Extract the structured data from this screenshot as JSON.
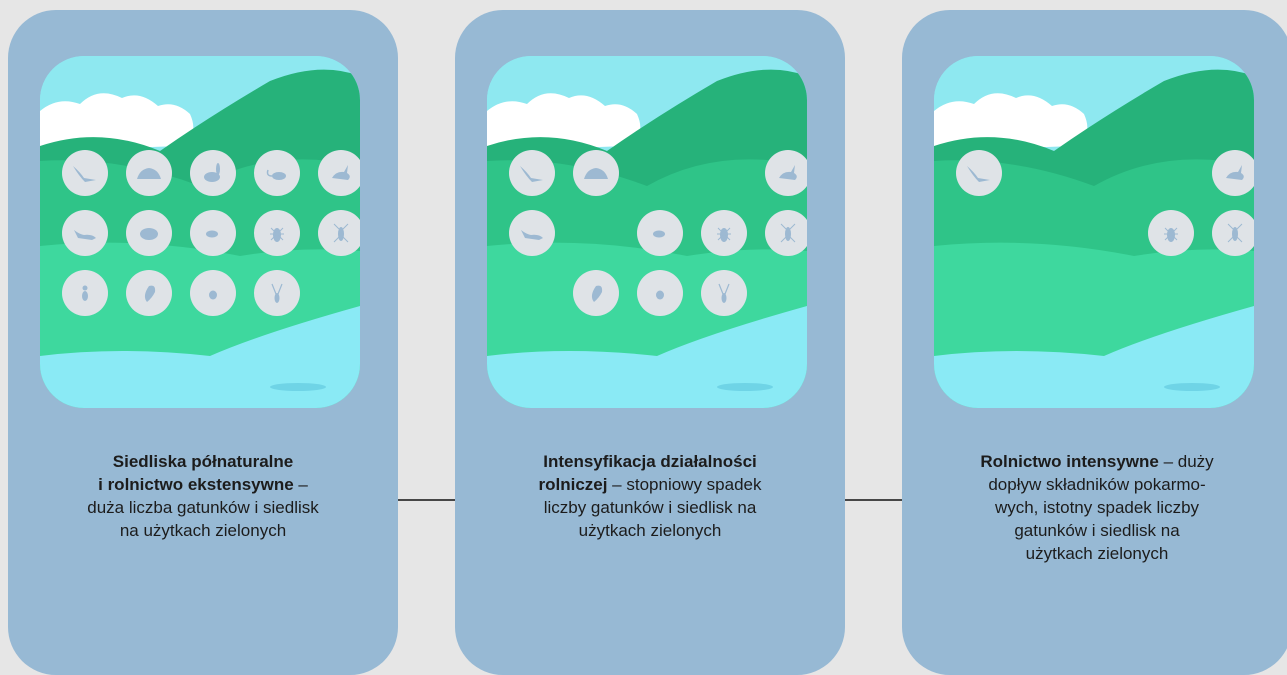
{
  "colors": {
    "background": "#e6e6e6",
    "panel": "#97b9d4",
    "sky": "#8ee8f0",
    "hill_dark": "#26b27a",
    "hill_mid": "#2fc488",
    "meadow": "#3ed89e",
    "water": "#8aeaf5",
    "icon_circle": "#dfe3e7",
    "icon": "#9db9d2"
  },
  "stages": [
    {
      "title": "Siedliska półnaturalne\ni rolnictwo ekstensywne",
      "description": " –\nduża liczba gatunków i siedlisk\nna użytkach zielonych",
      "species": [
        "bird-icon",
        "mole-hill-icon",
        "rabbit-icon",
        "mouse-icon",
        "hare-icon",
        "otter-icon",
        "hamster-icon",
        "vole-icon",
        "beetle-icon",
        "cricket-icon",
        "ant-icon",
        "butterfly-icon",
        "ladybug-icon",
        "grasshopper-icon"
      ]
    },
    {
      "title": "Intensyfikacja działalności\nrolniczej",
      "description": " – stopniowy spadek\nliczby gatunków i siedlisk na\nużytkach zielonych",
      "species": [
        "bird-icon",
        "mole-hill-icon",
        "hare-icon",
        "otter-icon",
        "vole-icon",
        "beetle-icon",
        "cricket-icon",
        "butterfly-icon",
        "ladybug-icon",
        "grasshopper-icon"
      ]
    },
    {
      "title": "Rolnictwo intensywne",
      "description": " – duży\ndopływ składników pokarmo-\nwych, istotny spadek liczby\ngatunków i siedlisk na\nużytkach zielonych",
      "species": [
        "bird-icon",
        "hare-icon",
        "beetle-icon",
        "cricket-icon"
      ]
    }
  ]
}
